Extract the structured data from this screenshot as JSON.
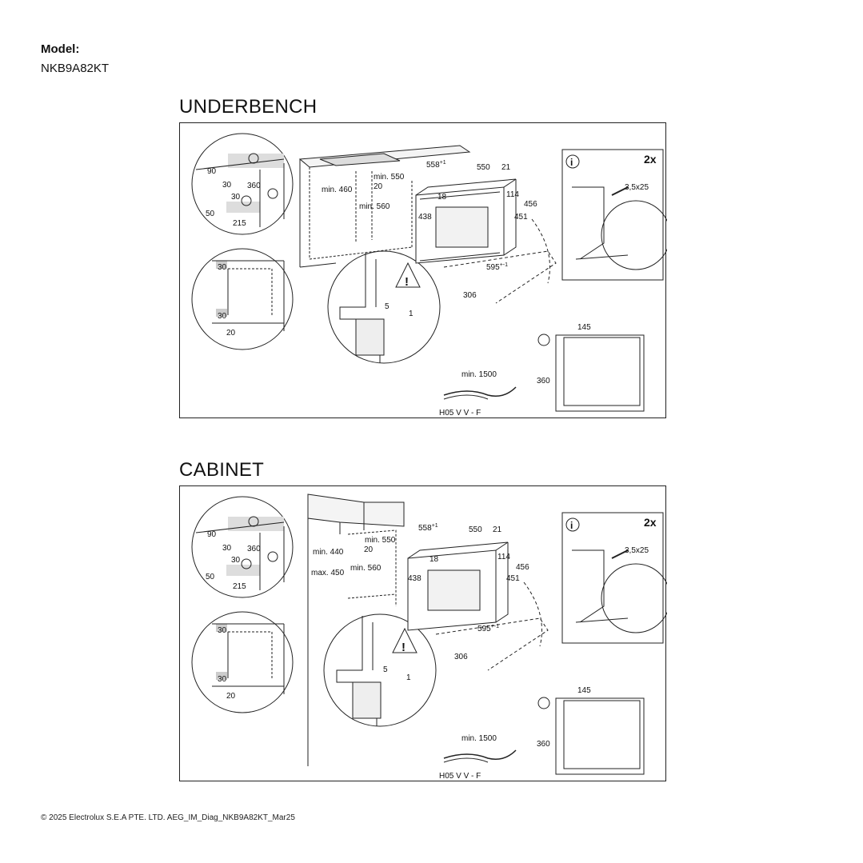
{
  "header": {
    "model_label": "Model:",
    "model_value": "NKB9A82KT"
  },
  "sections": [
    {
      "title": "UNDERBENCH",
      "labels": {
        "d90": "90",
        "d30a": "30",
        "d360": "360",
        "d30b": "30",
        "d50": "50",
        "d215": "215",
        "min460": "min. 460",
        "min550": "min. 550",
        "d20": "20",
        "min560": "min. 560",
        "d558": "558",
        "d558sup": "+1",
        "d550": "550",
        "d21": "21",
        "d18": "18",
        "d114": "114",
        "d456": "456",
        "d438": "438",
        "d451": "451",
        "d595": "595",
        "d595sup": "+-1",
        "d306": "306",
        "c30top": "30",
        "c30bot": "30",
        "c20": "20",
        "d5": "5",
        "d1": "1",
        "count": "2x",
        "screw": "3,5x25",
        "d145": "145",
        "d360b": "360",
        "cable_min": "min. 1500",
        "cable_type": "H05 V V - F"
      }
    },
    {
      "title": "CABINET",
      "labels": {
        "d90": "90",
        "d30a": "30",
        "d360": "360",
        "d30b": "30",
        "d50": "50",
        "d215": "215",
        "min440": "min. 440",
        "max450": "max. 450",
        "min550": "min. 550",
        "d20": "20",
        "min560": "min. 560",
        "d558": "558",
        "d558sup": "+1",
        "d550": "550",
        "d21": "21",
        "d18": "18",
        "d114": "114",
        "d456": "456",
        "d438": "438",
        "d451": "451",
        "d595": "595",
        "d595sup": "+-1",
        "d306": "306",
        "c30top": "30",
        "c30bot": "30",
        "c20": "20",
        "d5": "5",
        "d1": "1",
        "count": "2x",
        "screw": "3,5x25",
        "d145": "145",
        "d360b": "360",
        "cable_min": "min. 1500",
        "cable_type": "H05 V V - F"
      }
    }
  ],
  "footer": {
    "text": "© 2025 Electrolux S.E.A PTE. LTD. AEG_IM_Diag_NKB9A82KT_Mar25"
  }
}
